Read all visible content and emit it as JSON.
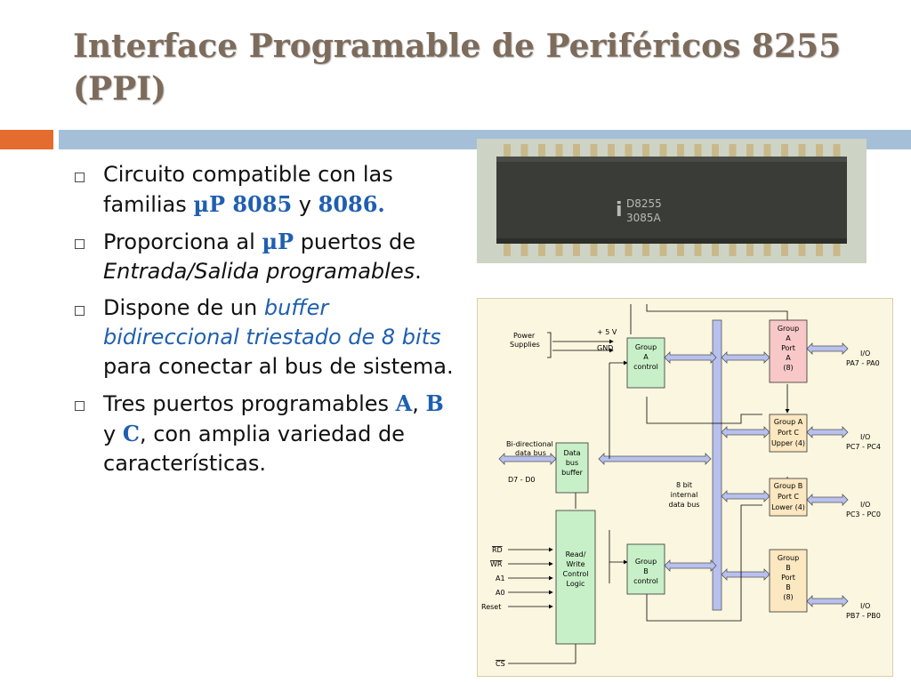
{
  "slide": {
    "title": "Interface Programable de Periféricos 8255 (PPI)"
  },
  "bullets": [
    {
      "t1": "Circuito compatible con las familias ",
      "h1": "µP 8085",
      "t2": " y ",
      "h2": "8086."
    },
    {
      "t1": "Proporciona al ",
      "h1": "µP",
      "t2": " puertos de ",
      "it": "Entrada/Salida programables",
      "t3": "."
    },
    {
      "t1": "Dispone de un ",
      "bi": "buffer bidireccional triestado de 8 bits",
      "t2": " para conectar al bus de sistema."
    },
    {
      "t1": "Tres puertos programables ",
      "a": "A",
      "c1": ", ",
      "b": "B",
      "y": " y ",
      "c": "C",
      "t2": ", con amplia variedad de características."
    }
  ],
  "chip": {
    "mark1": "D8255",
    "mark2": "3085A",
    "logo": "i"
  },
  "diagram": {
    "power": "Power",
    "supplies": "Supplies",
    "v5": "+ 5 V",
    "gnd": "GND",
    "bidir1": "Bi-directional",
    "bidir2": "data bus",
    "d70": "D7 - D0",
    "rd": "RD",
    "wr": "WR",
    "a1": "A1",
    "a0": "A0",
    "reset": "Reset",
    "cs": "CS",
    "dbb": [
      "Data",
      "bus",
      "buffer"
    ],
    "gac": [
      "Group",
      "A",
      "control"
    ],
    "gbc": [
      "Group",
      "B",
      "control"
    ],
    "rwl": [
      "Read/",
      "Write",
      "Control",
      "Logic"
    ],
    "internal": [
      "8 bit",
      "internal",
      "data bus"
    ],
    "gpa": [
      "Group",
      "A",
      "Port",
      "A",
      "(8)"
    ],
    "gpcu": [
      "Group A",
      "Port C",
      "Upper (4)"
    ],
    "gpcl": [
      "Group B",
      "Port C",
      "Lower (4)"
    ],
    "gpb": [
      "Group",
      "B",
      "Port",
      "B",
      "(8)"
    ],
    "io": "I/O",
    "pa": "PA7 - PA0",
    "pcu": "PC7 - PC4",
    "pcl": "PC3 - PC0",
    "pb": "PB7 - PB0",
    "colors": {
      "green": "#c8f0c8",
      "pink": "#f8c8c8",
      "cream": "#fbe7c0",
      "bus": "#b8c0ee"
    }
  }
}
